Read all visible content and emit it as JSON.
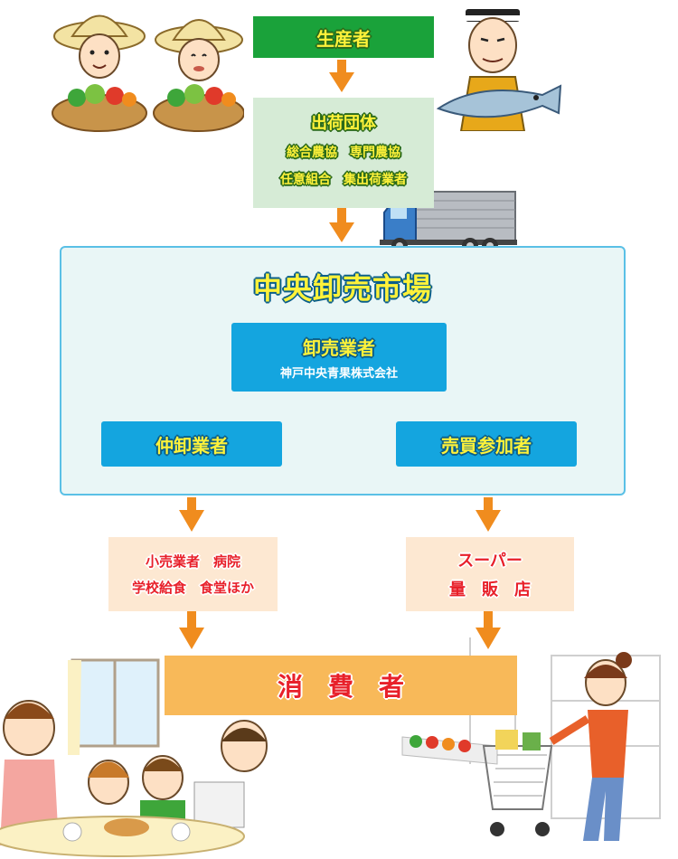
{
  "colors": {
    "producer_green": "#1aa23a",
    "shipper_bg": "#d6ebd6",
    "market_bg": "#e9f6f6",
    "market_border": "#5ac0e6",
    "blue_box": "#14a5df",
    "retail_bg": "#fde8d2",
    "consumer_bg": "#f8b959",
    "arrow_orange": "#f08c1e"
  },
  "producer": {
    "label": "生産者"
  },
  "shipper": {
    "title": "出荷団体",
    "row1": [
      "総合農協",
      "専門農協"
    ],
    "row2": [
      "任意組合",
      "集出荷業者"
    ]
  },
  "market": {
    "title": "中央卸売市場"
  },
  "wholesaler": {
    "title": "卸売業者",
    "company": "神戸中央青果株式会社"
  },
  "intermediate": {
    "label": "仲卸業者"
  },
  "buying_participant": {
    "label": "売買参加者"
  },
  "retail_left": {
    "line1": "小売業者　病院",
    "line2": "学校給食　食堂ほか"
  },
  "retail_right": {
    "line1": "スーパー",
    "line2": "量　販　店"
  },
  "consumer": {
    "label": "消　費　者"
  },
  "illustrations": [
    "farmer-couple-with-vegetables",
    "fisherman-with-fish",
    "delivery-truck",
    "family-dining",
    "supermarket-shopper"
  ]
}
